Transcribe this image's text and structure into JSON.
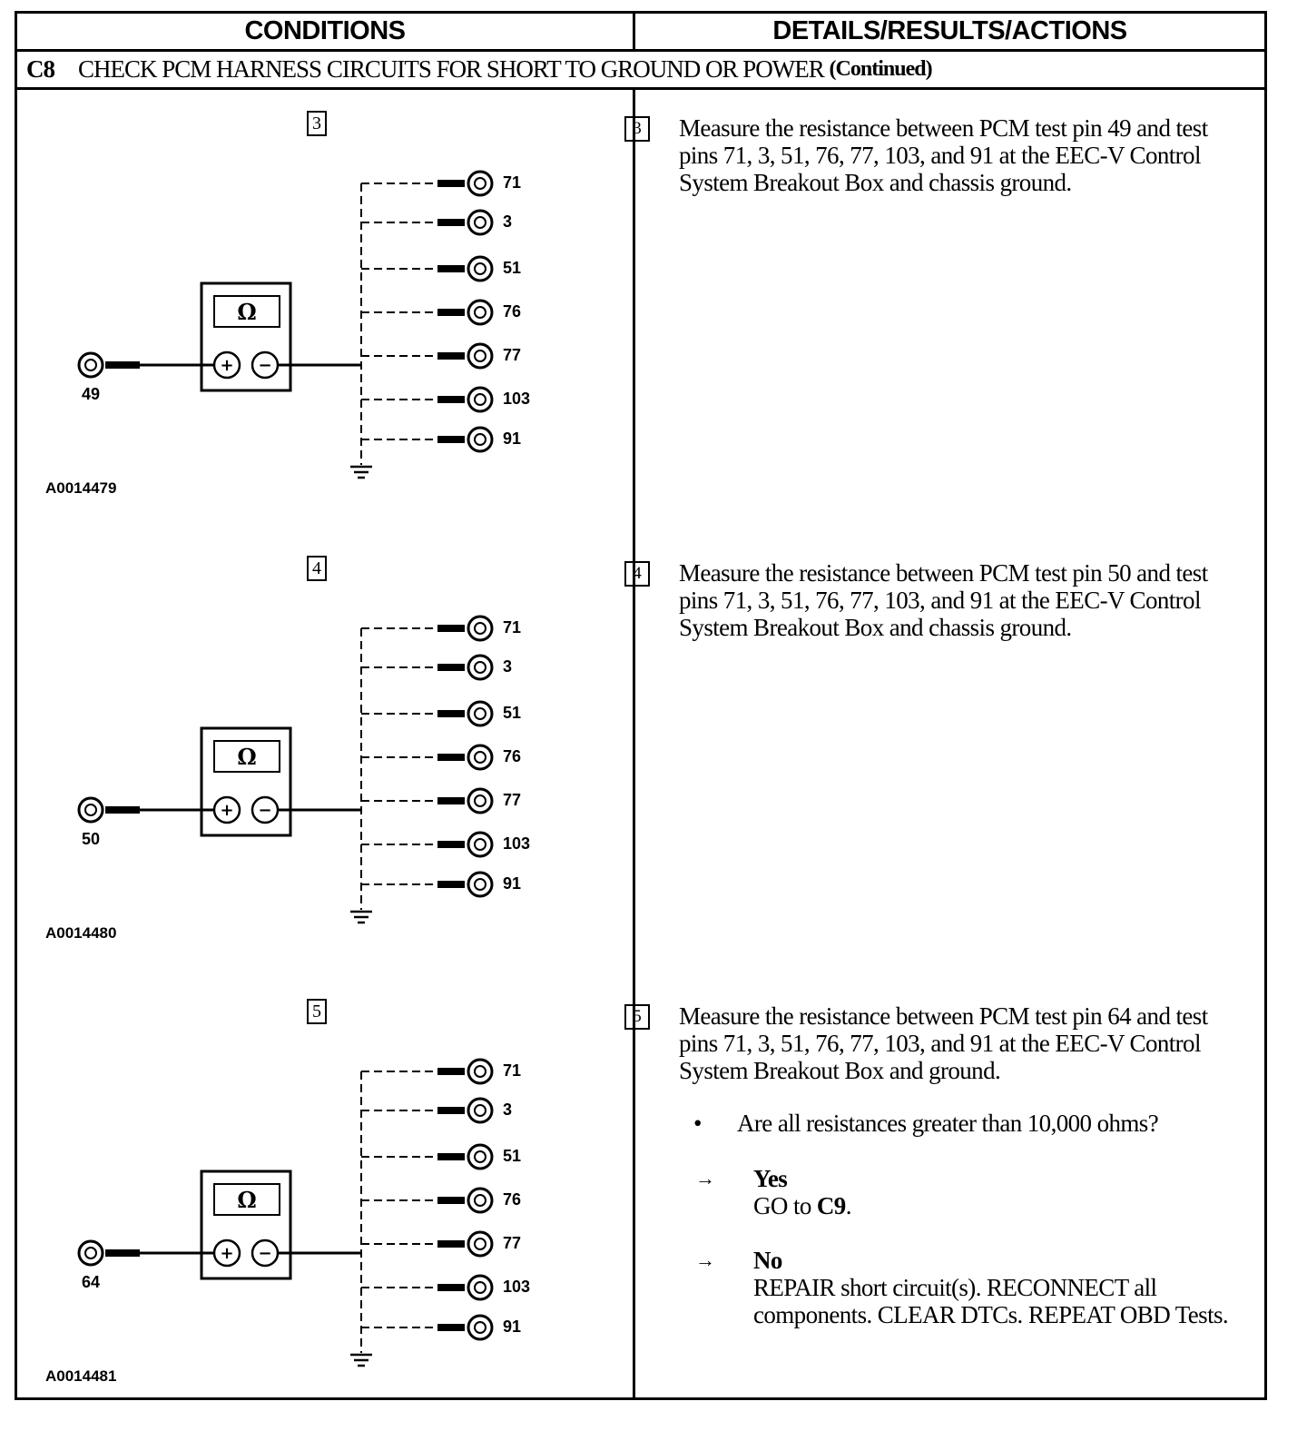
{
  "header": {
    "conditions": "CONDITIONS",
    "details": "DETAILS/RESULTS/ACTIONS"
  },
  "step": {
    "id": "C8",
    "title": "CHECK PCM HARNESS CIRCUITS FOR SHORT TO GROUND OR POWER",
    "continued": "(Continued)"
  },
  "meter": {
    "symbol": "Ω",
    "plus": "+",
    "minus": "−"
  },
  "target_pins": [
    "71",
    "3",
    "51",
    "76",
    "77",
    "103",
    "91"
  ],
  "diagrams": [
    {
      "number": "3",
      "source_pin": "49",
      "figure_id": "A0014479"
    },
    {
      "number": "4",
      "source_pin": "50",
      "figure_id": "A0014480"
    },
    {
      "number": "5",
      "source_pin": "64",
      "figure_id": "A0014481"
    }
  ],
  "details": [
    {
      "number": "3",
      "text": "Measure the resistance between PCM test pin 49 and test pins 71, 3, 51, 76, 77, 103, and 91 at the EEC-V Control System Breakout Box and chassis ground."
    },
    {
      "number": "4",
      "text": "Measure the resistance between PCM test pin 50 and test pins 71, 3, 51, 76, 77, 103, and 91 at the EEC-V Control System Breakout Box and chassis ground."
    },
    {
      "number": "5",
      "text": "Measure the resistance between PCM test pin 64 and test pins 71, 3, 51, 76, 77, 103, and 91 at the EEC-V Control System Breakout Box and ground."
    }
  ],
  "question": {
    "bullet": "•",
    "text": "Are all resistances greater than 10,000 ohms?"
  },
  "answers": [
    {
      "arrow": "→",
      "label": "Yes",
      "action_prefix": "GO to ",
      "action_target": "C9",
      "action_suffix": "."
    },
    {
      "arrow": "→",
      "label": "No",
      "action_prefix": "REPAIR short circuit(s). RECONNECT all components. CLEAR DTCs. REPEAT OBD Tests.",
      "action_target": "",
      "action_suffix": ""
    }
  ]
}
